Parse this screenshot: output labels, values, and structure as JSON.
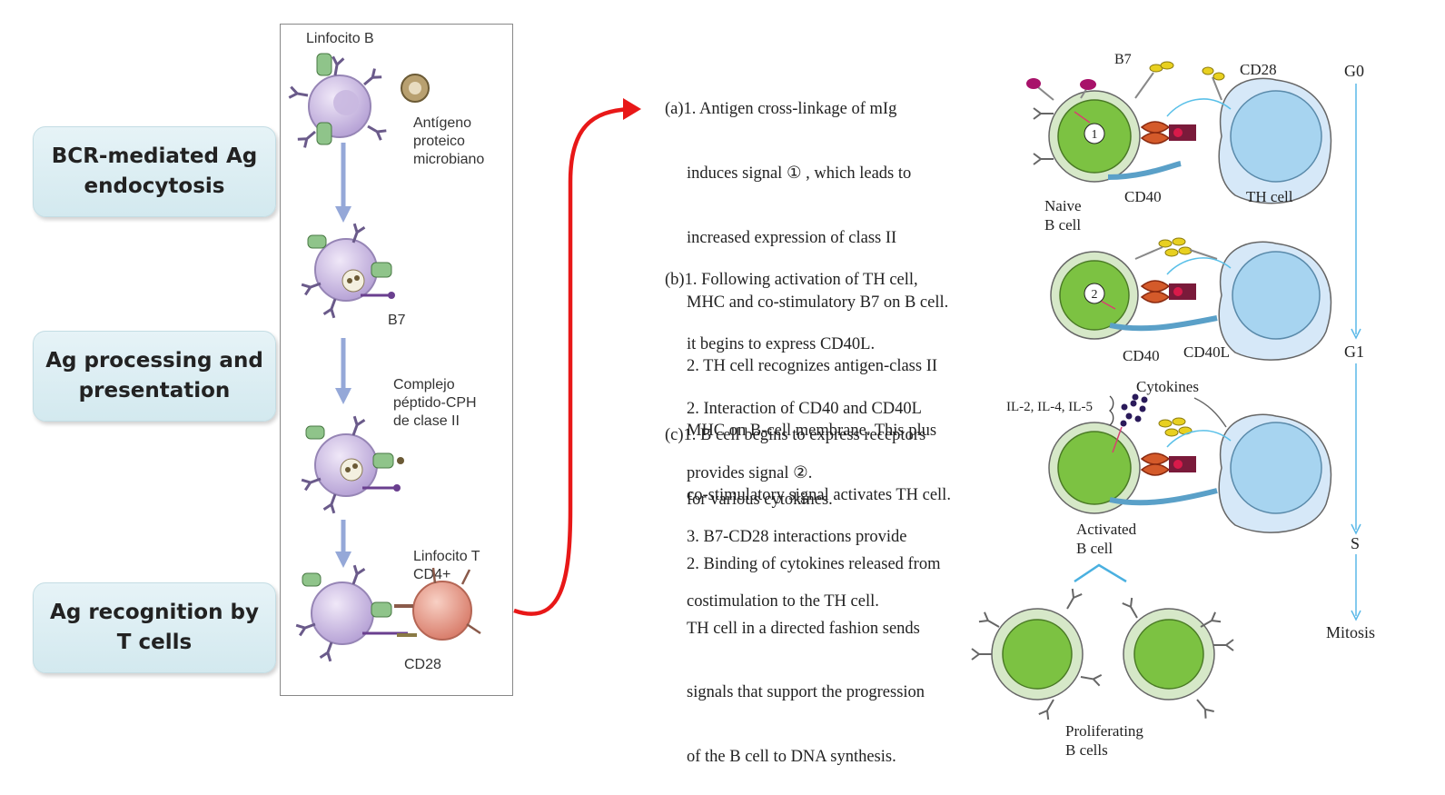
{
  "left_stages": [
    {
      "label": "BCR-mediated Ag endocytosis"
    },
    {
      "label": "Ag processing and presentation"
    },
    {
      "label": "Ag recognition by T cells"
    }
  ],
  "panel_labels": {
    "linfocito_b": "Linfocito B",
    "antigeno": [
      "Antígeno",
      "proteico",
      "microbiano"
    ],
    "b7": "B7",
    "complejo": [
      "Complejo",
      "péptido-CPH",
      "de clase II"
    ],
    "linfocito_t": [
      "Linfocito T",
      "CD4+"
    ],
    "cd28": "CD28"
  },
  "steps": {
    "a": [
      "(a)1. Antigen cross-linkage of mIg",
      "induces signal ① , which leads to",
      "increased expression of class II",
      "MHC and co-stimulatory B7 on B cell.",
      "2. TH cell recognizes antigen-class II",
      "MHC on B-cell membrane. This plus",
      "co-stimulatory signal activates TH cell."
    ],
    "b": [
      "(b)1. Following activation of TH cell,",
      "it begins to express CD40L.",
      "2. Interaction of CD40 and CD40L",
      "provides signal ②.",
      "3. B7-CD28 interactions provide",
      "costimulation to the TH cell."
    ],
    "c": [
      "(c)1. B cell begins to express receptors",
      "for various cytokines.",
      "2. Binding of cytokines released from",
      "TH cell in a directed fashion sends",
      "signals that support the progression",
      "of the B cell to DNA synthesis."
    ]
  },
  "right_labels": {
    "b7": "B7",
    "cd28": "CD28",
    "naive_b_cell": [
      "Naive",
      "B cell"
    ],
    "cd40": "CD40",
    "th_cell": "TH cell",
    "cd40_b": "CD40",
    "cd40l": "CD40L",
    "cytokines": "Cytokines",
    "interleukins": "IL-2, IL-4, IL-5",
    "activated_b_cell": [
      "Activated",
      "B cell"
    ],
    "proliferating_b_cells": [
      "Proliferating",
      "B cells"
    ],
    "signal_1": "1",
    "signal_2": "2"
  },
  "cell_cycle": [
    "G0",
    "G1",
    "S",
    "Mitosis"
  ],
  "colors": {
    "arrow": "#e81818",
    "b_cell": "#7cc242",
    "th_cell": "#a7d4f0",
    "apc": "#d7c7ea",
    "t_cd4": "#e59a8c"
  }
}
